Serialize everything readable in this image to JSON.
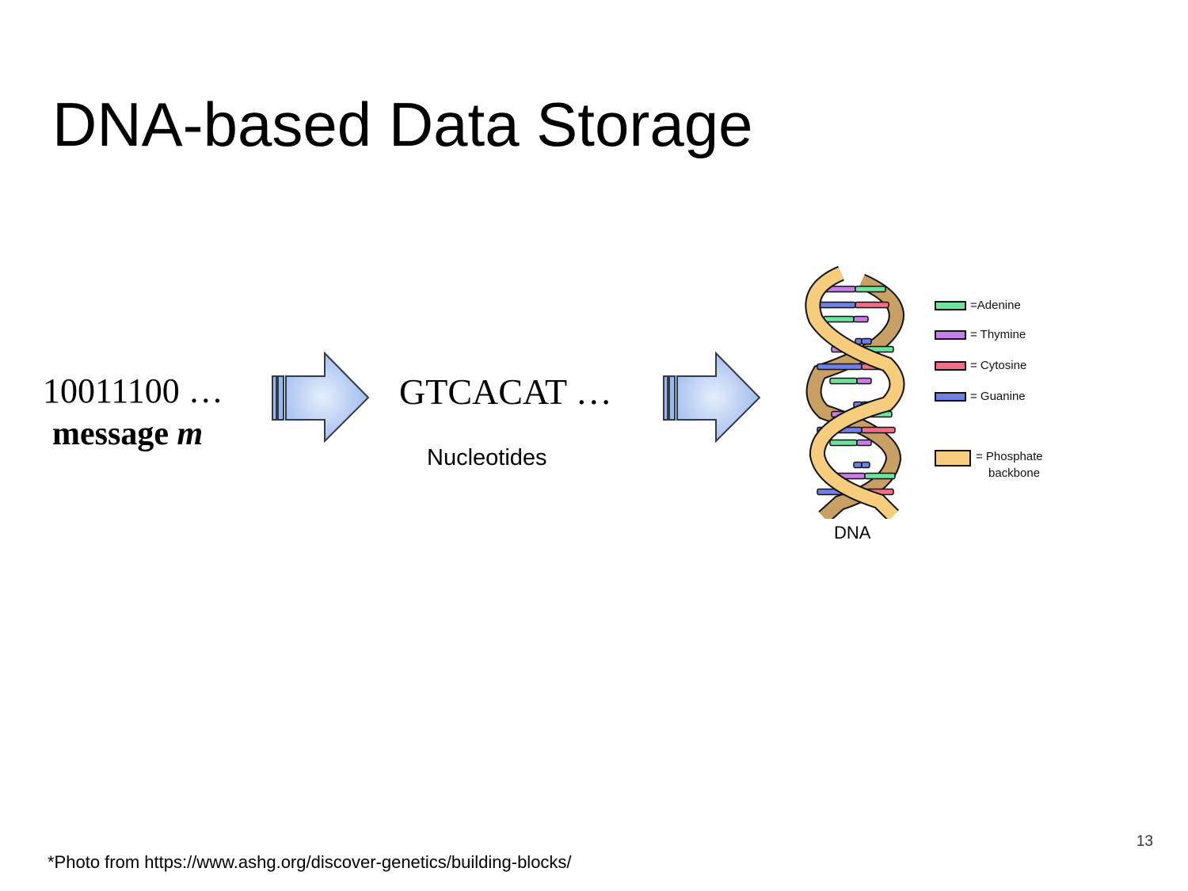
{
  "slide": {
    "title": "DNA-based Data Storage",
    "page_number": "13"
  },
  "flow": {
    "binary": "10011100 …",
    "message_label": "message",
    "message_var": "m",
    "bases": "GTCACAT …",
    "bases_caption": "Nucleotides",
    "arrows": [
      "arrow-right-icon",
      "arrow-right-icon"
    ],
    "arrow_color": "#a9c4f0"
  },
  "figure": {
    "caption": "DNA",
    "legend": [
      {
        "label": "=Adenine",
        "color": "#6ee39c"
      },
      {
        "label": "= Thymine",
        "color": "#c77ee8"
      },
      {
        "label": "= Cytosine",
        "color": "#ef6f86"
      },
      {
        "label": "= Guanine",
        "color": "#6e7fe6"
      }
    ],
    "backbone_legend": {
      "line1": "= Phosphate",
      "line2": "backbone",
      "color": "#f6cd7c",
      "back_color": "#c8a064"
    }
  },
  "footnote": "*Photo from https://www.ashg.org/discover-genetics/building-blocks/"
}
